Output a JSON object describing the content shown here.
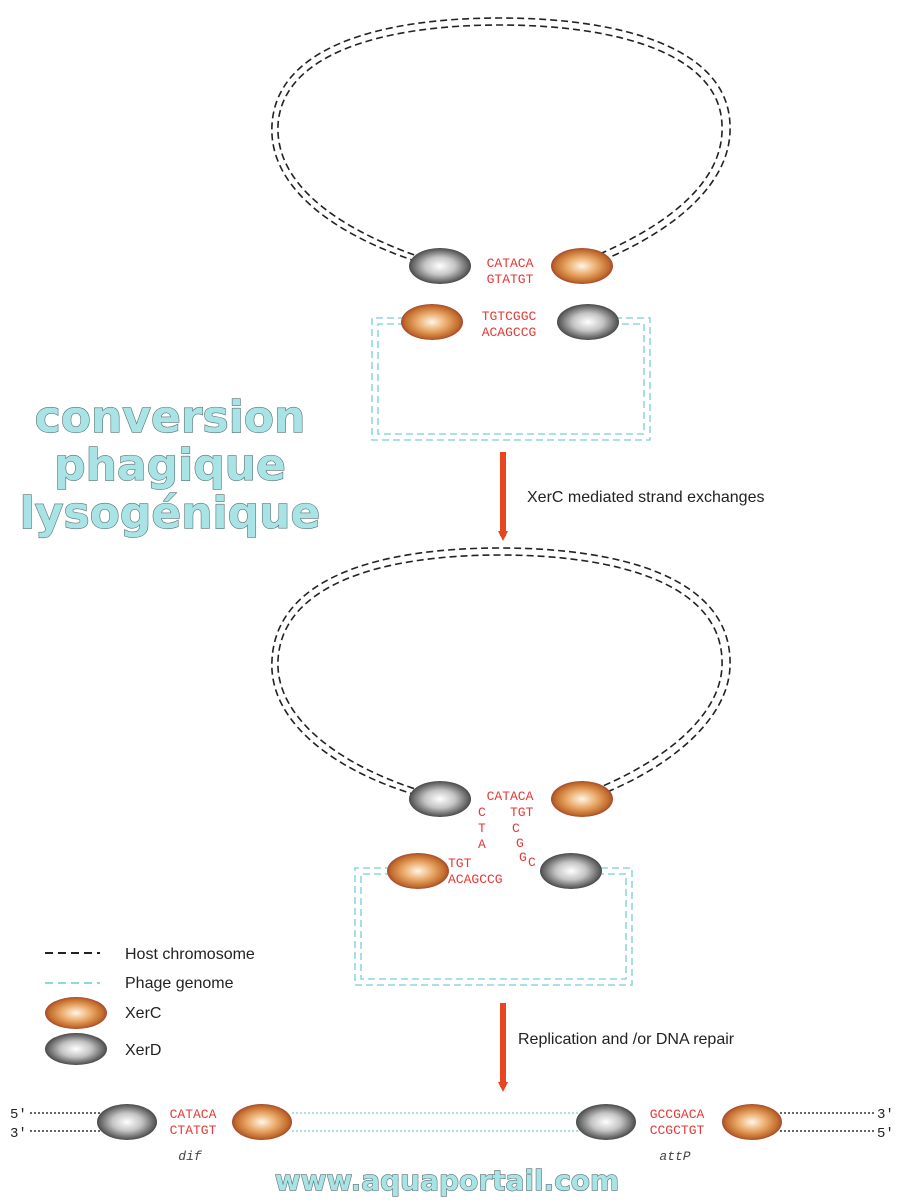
{
  "colors": {
    "host_strand": "#222222",
    "phage_strand": "#8fd7dd",
    "sequence_red": "#e53935",
    "arrow": "#e8461e",
    "xerC": "#c97a35",
    "xerD": "#555555",
    "watermark": "#a8e4e6"
  },
  "panel1": {
    "host_top": "CATACA",
    "host_bottom": "GTATGT",
    "phage_top": "TGTCGGC",
    "phage_bottom": "ACAGCCG"
  },
  "step1_label": "XerC mediated strand exchanges",
  "panel2": {
    "host_top": "CATACA",
    "left_column": [
      "C",
      "T",
      "A"
    ],
    "right_column": [
      "TGT",
      "C",
      "G",
      "G",
      "C"
    ],
    "phage_top": "TGT",
    "phage_bottom": "ACAGCCG"
  },
  "step2_label": "Replication and /or DNA repair",
  "legend": {
    "host": "Host chromosome",
    "phage": "Phage genome",
    "xerC": "XerC",
    "xerD": "XerD",
    "icons": [
      "dashed-black-line",
      "dashed-cyan-line",
      "xerc-ellipse-icon",
      "xerd-ellipse-icon"
    ]
  },
  "linear": {
    "left_5prime": "5'",
    "left_3prime": "3'",
    "right_3prime": "3'",
    "right_5prime": "5'",
    "dif_top": "CATACA",
    "dif_bottom": "CTATGT",
    "attp_top": "GCCGACA",
    "attp_bottom": "CCGCTGT",
    "dif_label": "dif",
    "attp_label": "attP"
  },
  "watermark": {
    "line1": "conversion",
    "line2": "phagique",
    "line3": "lysogénique",
    "url": "www.aquaportail.com"
  }
}
